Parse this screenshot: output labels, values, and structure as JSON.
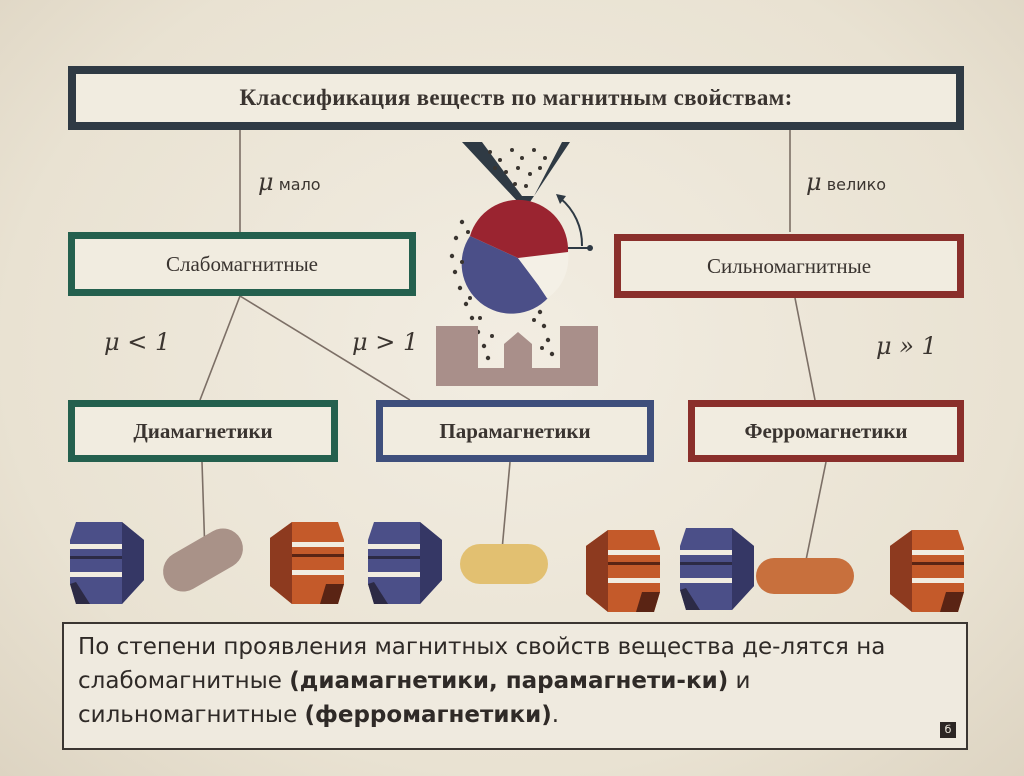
{
  "title": "Классификация веществ по магнитным свойствам:",
  "labels": {
    "mu": "μ",
    "low": "мало",
    "high": "велико",
    "mu_less_1": "μ < 1",
    "mu_greater_1": "μ > 1",
    "mu_much_greater_1": "μ » 1"
  },
  "categories": {
    "weak": "Слабомагнитные",
    "strong": "Сильномагнитные"
  },
  "subcategories": {
    "dia": "Диамагнетики",
    "para": "Парамагнетики",
    "ferro": "Ферромагнетики"
  },
  "caption": {
    "text_1": "По степени проявления магнитных свойств вещества де-лятся на слабомагнитные ",
    "bold_1": "(диамагнетики, парамагнети-ки)",
    "text_2": " и сильномагнитные ",
    "bold_2": "(ферромагнетики)",
    "text_3": "."
  },
  "colors": {
    "green": "#24604e",
    "red": "#8a2f2b",
    "blue": "#3f4f7c",
    "navy": "#2f3a44",
    "magnet_blue": "#4b4f88",
    "magnet_orange": "#c45a2a",
    "rod_gray": "#a99288",
    "rod_yellow": "#e2c071",
    "rod_orange": "#c8703d"
  },
  "icons": [
    "separator-hopper-icon",
    "magnet-drum-icon",
    "pole-magnet-icon",
    "material-rod-icon"
  ]
}
